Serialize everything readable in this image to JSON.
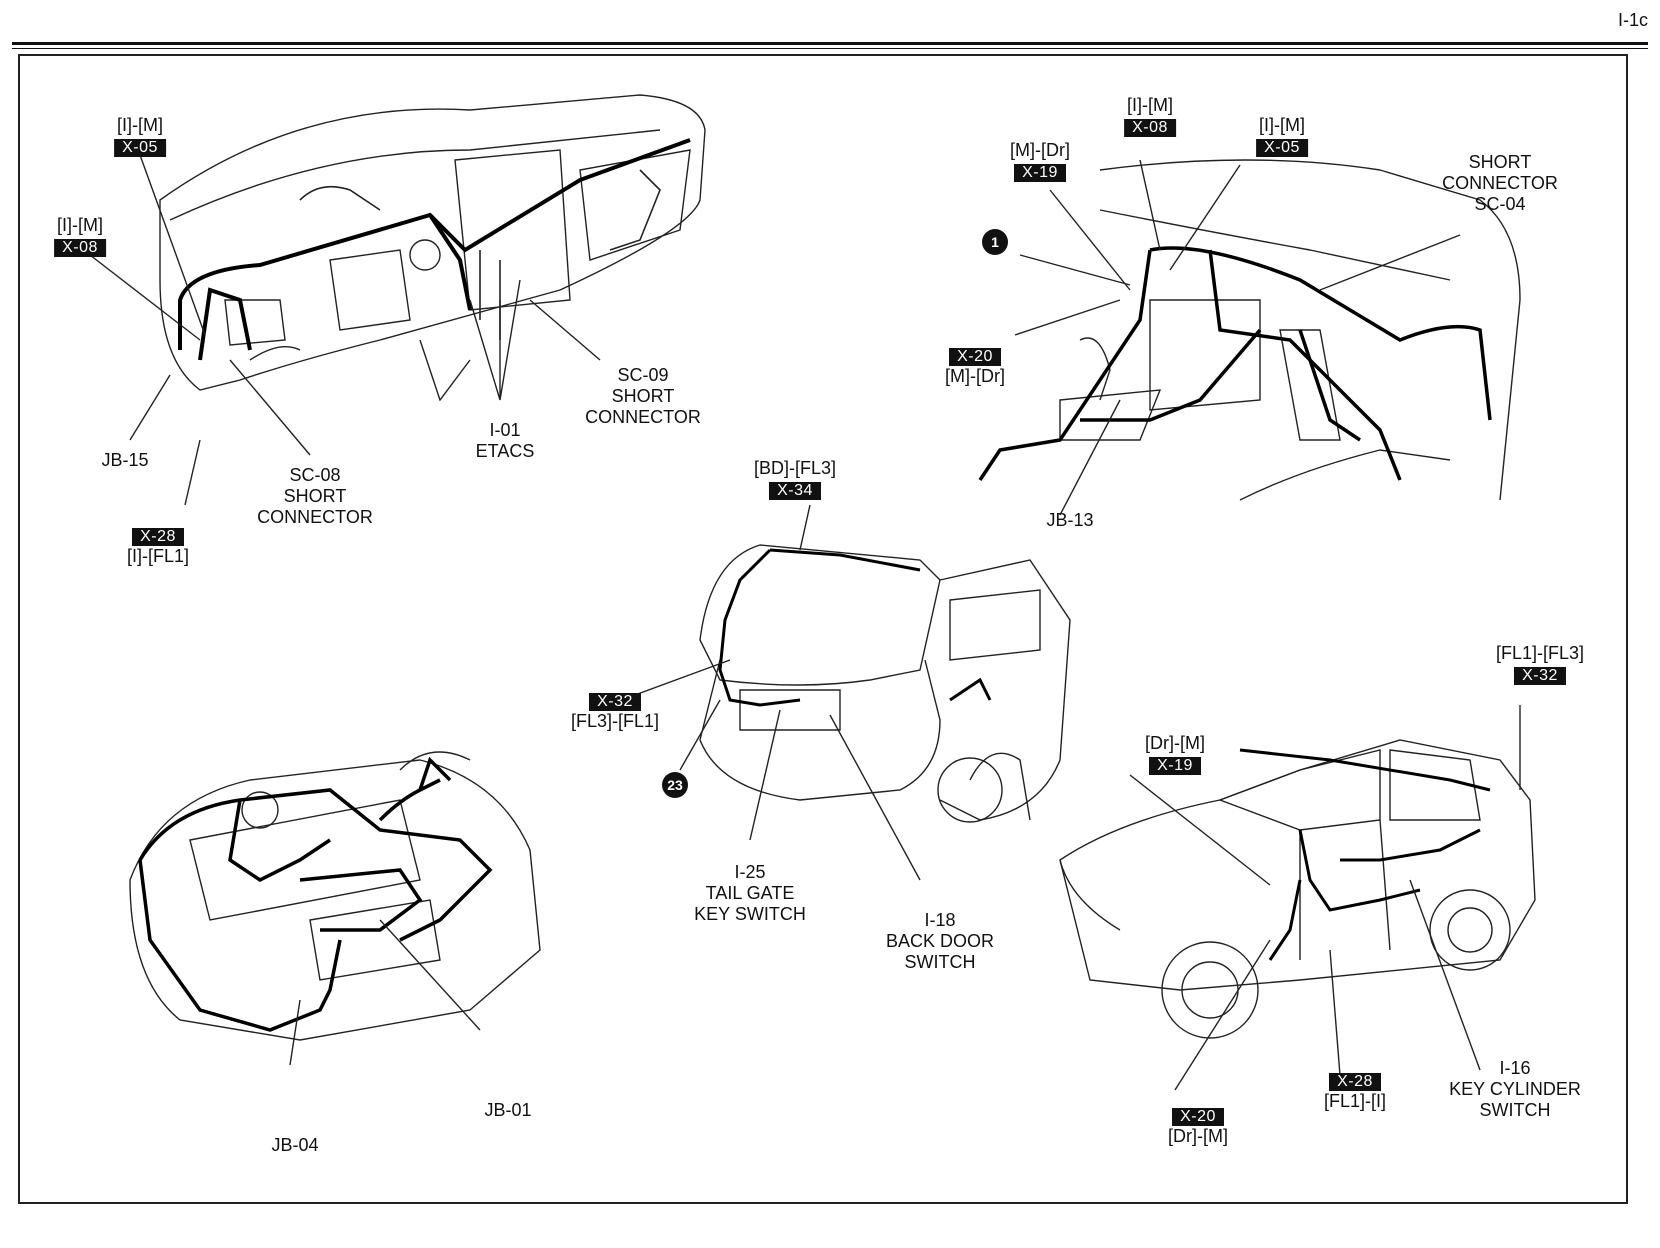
{
  "page_ref": "I-1c",
  "dash": {
    "x05": {
      "route": "[I]-[M]",
      "code": "X-05"
    },
    "x08": {
      "route": "[I]-[M]",
      "code": "X-08"
    },
    "jb15": "JB-15",
    "sc08": [
      "SC-08",
      "SHORT",
      "CONNECTOR"
    ],
    "x28": {
      "code": "X-28",
      "route": "[I]-[FL1]"
    },
    "i01": [
      "I-01",
      "ETACS"
    ],
    "sc09": [
      "SC-09",
      "SHORT",
      "CONNECTOR"
    ]
  },
  "floor": {
    "x19": {
      "route": "[M]-[Dr]",
      "code": "X-19"
    },
    "x08": {
      "route": "[I]-[M]",
      "code": "X-08"
    },
    "x05": {
      "route": "[I]-[M]",
      "code": "X-05"
    },
    "sc04": [
      "SHORT",
      "CONNECTOR",
      "SC-04"
    ],
    "ground1": "1",
    "x20": {
      "code": "X-20",
      "route": "[M]-[Dr]"
    },
    "jb13": "JB-13"
  },
  "tailgate": {
    "x34": {
      "route": "[BD]-[FL3]",
      "code": "X-34"
    },
    "x32": {
      "code": "X-32",
      "route": "[FL3]-[FL1]"
    },
    "ground23": "23",
    "i25": [
      "I-25",
      "TAIL GATE",
      "KEY SWITCH"
    ],
    "i18": [
      "I-18",
      "BACK DOOR",
      "SWITCH"
    ]
  },
  "engine": {
    "jb04": "JB-04",
    "jb01": "JB-01"
  },
  "side": {
    "x32": {
      "route": "[FL1]-[FL3]",
      "code": "X-32"
    },
    "x19": {
      "route": "[Dr]-[M]",
      "code": "X-19"
    },
    "x20": {
      "code": "X-20",
      "route": "[Dr]-[M]"
    },
    "x28": {
      "code": "X-28",
      "route": "[FL1]-[I]"
    },
    "i16": [
      "I-16",
      "KEY CYLINDER",
      "SWITCH"
    ]
  }
}
